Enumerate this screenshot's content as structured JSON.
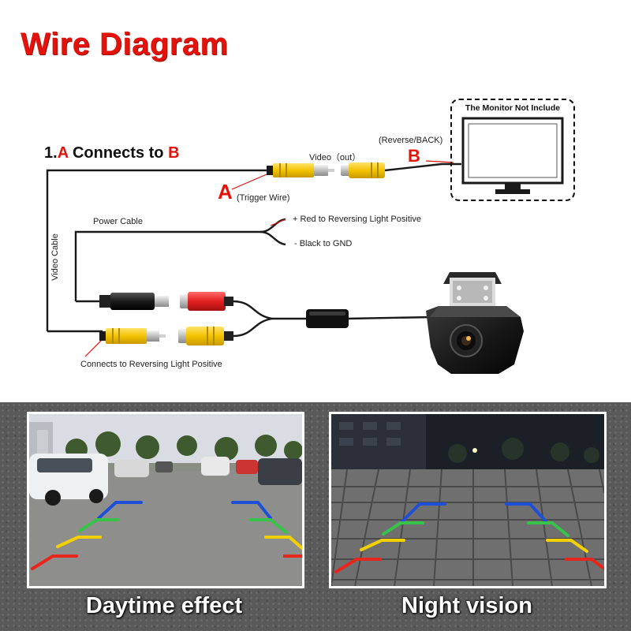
{
  "title": "Wire Diagram",
  "heading": {
    "prefix": "1.",
    "a": "A",
    "middle": " Connects to ",
    "b": "B"
  },
  "labels": {
    "video_out": "Video（out）",
    "reverse_back": "(Reverse/BACK)",
    "big_a": "A",
    "trigger_wire": "(Trigger Wire)",
    "big_b": "B",
    "monitor_not_include": "The Monitor Not Include",
    "power_cable": "Power Cable",
    "red_positive": "+ Red to Reversing Light Positive",
    "black_gnd": "- Black to GND",
    "video_cable": "Video Cable",
    "connects_reversing": "Connects to Reversing Light Positive"
  },
  "captions": {
    "day": "Daytime effect",
    "night": "Night vision"
  },
  "colors": {
    "accent_red": "#e3120b",
    "rca_yellow": "#f2c300",
    "rca_red": "#e32020",
    "plug_black": "#1a1a1a",
    "guide_blue": "#1f4fd6",
    "guide_green": "#39c24a",
    "guide_yellow": "#f5d000",
    "guide_red": "#e8261c"
  }
}
